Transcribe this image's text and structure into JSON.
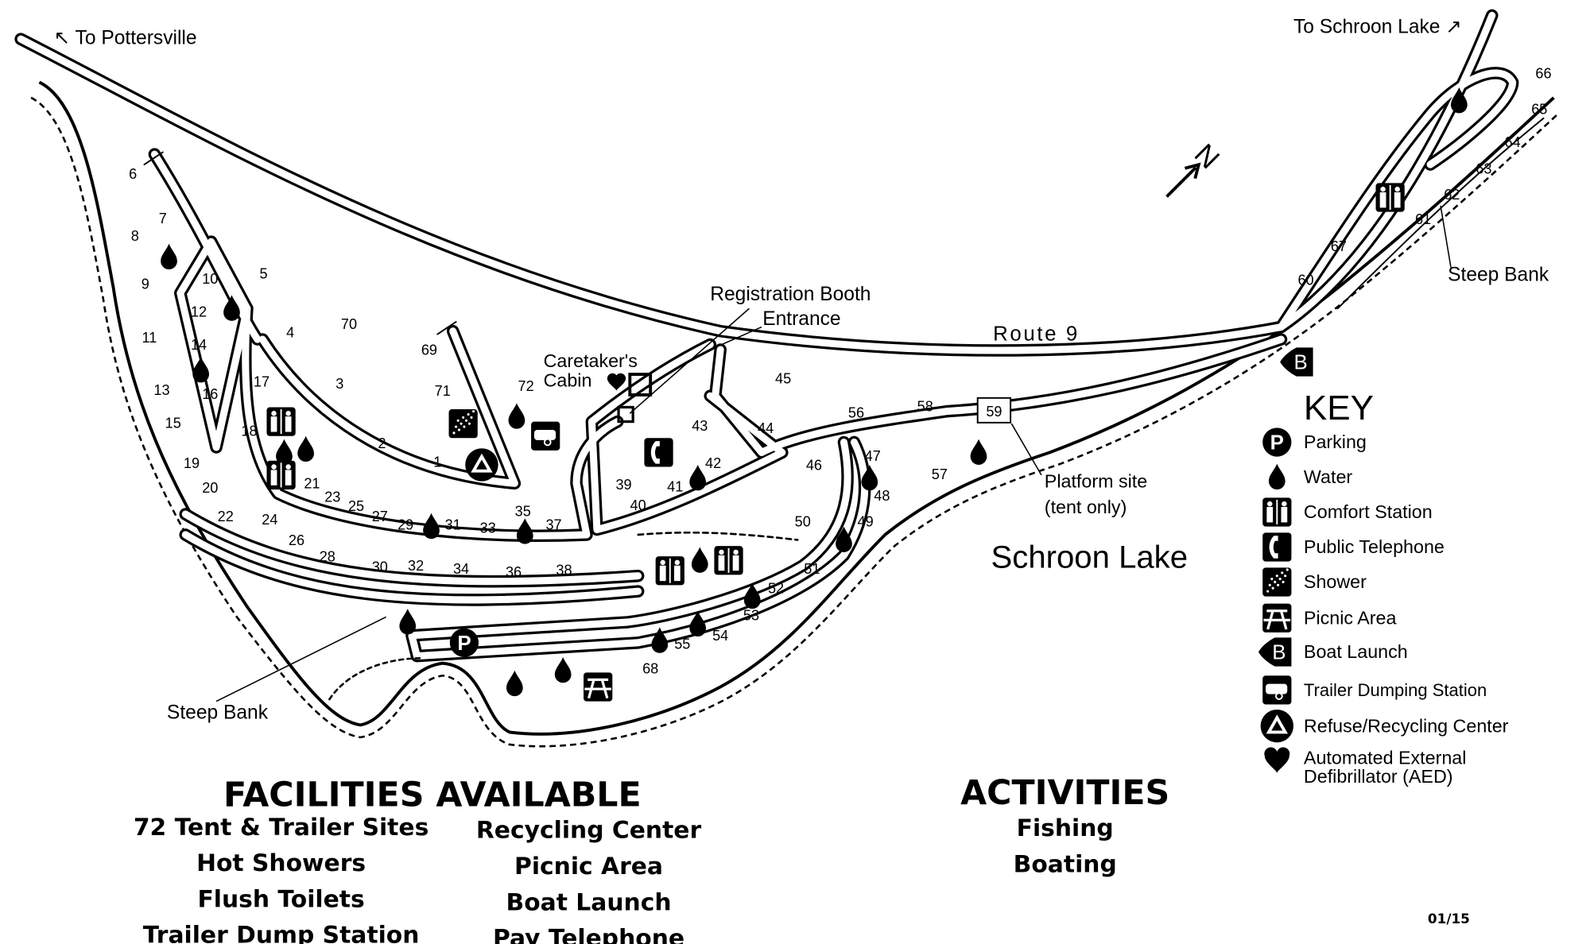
{
  "map": {
    "to_pottersville": "↖ To Pottersville",
    "to_schroon_lake": "To Schroon Lake ↗",
    "route": "Route 9",
    "lake": "Schroon Lake",
    "registration_booth": "Registration Booth",
    "entrance": "Entrance",
    "caretakers_cabin_1": "Caretaker's",
    "caretakers_cabin_2": "Cabin",
    "platform_site_1": "Platform site",
    "platform_site_2": "(tent only)",
    "steep_bank_right": "Steep Bank",
    "steep_bank_left": "Steep Bank",
    "north": "N",
    "boat_launch_letter": "B",
    "parking_letter": "P",
    "sites": [
      "6",
      "7",
      "8",
      "9",
      "10",
      "12",
      "5",
      "11",
      "14",
      "4",
      "70",
      "13",
      "16",
      "17",
      "3",
      "69",
      "71",
      "72",
      "15",
      "18",
      "2",
      "1",
      "19",
      "20",
      "21",
      "23",
      "25",
      "27",
      "29",
      "31",
      "33",
      "35",
      "37",
      "22",
      "24",
      "26",
      "28",
      "30",
      "32",
      "34",
      "36",
      "38",
      "43",
      "42",
      "39",
      "41",
      "40",
      "44",
      "45",
      "56",
      "58",
      "46",
      "47",
      "48",
      "57",
      "50",
      "49",
      "51",
      "52",
      "53",
      "54",
      "55",
      "68",
      "60",
      "67",
      "61",
      "62",
      "63",
      "64",
      "65",
      "66"
    ],
    "platform_site_number": "59"
  },
  "key": {
    "title": "KEY",
    "items": [
      {
        "icon": "parking-icon",
        "label": "Parking"
      },
      {
        "icon": "water-icon",
        "label": "Water"
      },
      {
        "icon": "comfort-station-icon",
        "label": "Comfort Station"
      },
      {
        "icon": "telephone-icon",
        "label": "Public Telephone"
      },
      {
        "icon": "shower-icon",
        "label": "Shower"
      },
      {
        "icon": "picnic-icon",
        "label": "Picnic Area"
      },
      {
        "icon": "boat-launch-icon",
        "label": "Boat Launch"
      },
      {
        "icon": "trailer-dump-icon",
        "label": "Trailer Dumping Station"
      },
      {
        "icon": "recycling-icon",
        "label": "Refuse/Recycling Center"
      },
      {
        "icon": "aed-heart-icon",
        "label": "Automated External",
        "label2": "Defibrillator (AED)"
      }
    ]
  },
  "facilities": {
    "title": "FACILITIES AVAILABLE",
    "col1": [
      "72 Tent & Trailer Sites",
      "Hot Showers",
      "Flush Toilets",
      "Trailer Dump Station"
    ],
    "col2": [
      "Recycling Center",
      "Picnic Area",
      "Boat Launch",
      "Pay Telephone"
    ]
  },
  "activities": {
    "title": "ACTIVITIES",
    "items": [
      "Fishing",
      "Boating"
    ]
  },
  "date_code": "01/15"
}
